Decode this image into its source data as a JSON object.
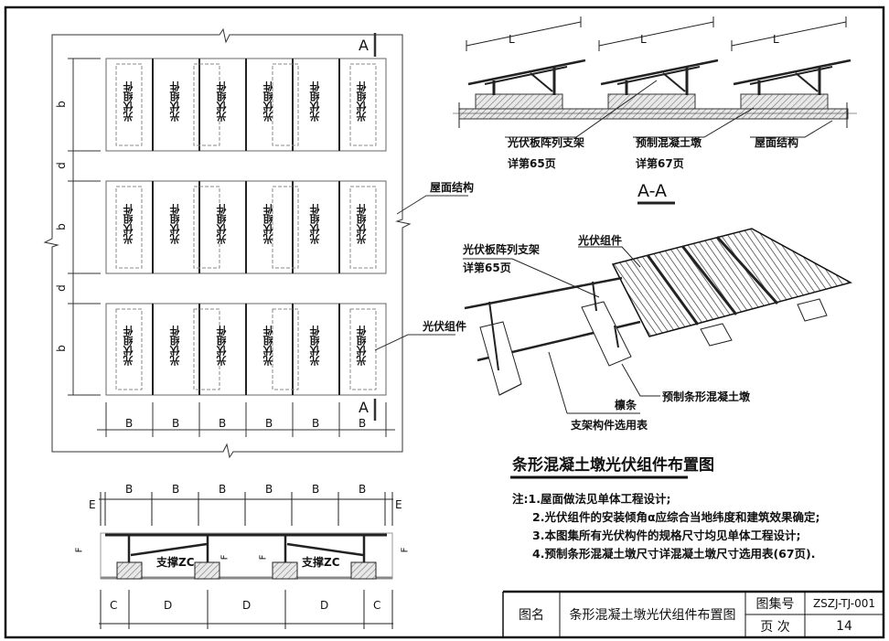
{
  "plan": {
    "panel_label": "光伏组件",
    "section_mark": "A",
    "dim_b": "b",
    "dim_d": "d",
    "dim_B": "B",
    "roof_label": "屋面结构",
    "module_label": "光伏组件"
  },
  "section_aa": {
    "dim_L": "L",
    "bracket_label": "光伏板阵列支架",
    "bracket_ref": "详第65页",
    "pier_label": "预制混凝土墩",
    "pier_ref": "详第67页",
    "roof_label": "屋面结构",
    "title": "A-A"
  },
  "iso": {
    "bracket_label": "光伏板阵列支架",
    "bracket_ref": "详第65页",
    "module_label": "光伏组件",
    "pier_label": "预制条形混凝土墩",
    "purlin_label": "檩条",
    "purlin_ref": "支架构件选用表"
  },
  "elevation": {
    "dim_B": "B",
    "dim_E": "E",
    "dim_F": "F",
    "dim_C": "C",
    "dim_D": "D",
    "brace_label": "支撑ZC"
  },
  "drawing_title": "条形混凝土墩光伏组件布置图",
  "notes": {
    "prefix": "注:",
    "items": [
      "1.屋面做法见单体工程设计;",
      "2.光伏组件的安装倾角α应综合当地纬度和建筑效果确定;",
      "3.本图集所有光伏构件的规格尺寸均见单体工程设计;",
      "4.预制条形混凝土墩尺寸详混凝土墩尺寸选用表(67页)."
    ]
  },
  "title_block": {
    "name_label": "图名",
    "name_value": "条形混凝土墩光伏组件布置图",
    "atlas_label": "图集号",
    "atlas_value": "ZSZJ-TJ-001",
    "page_label": "页 次",
    "page_value": "14"
  }
}
